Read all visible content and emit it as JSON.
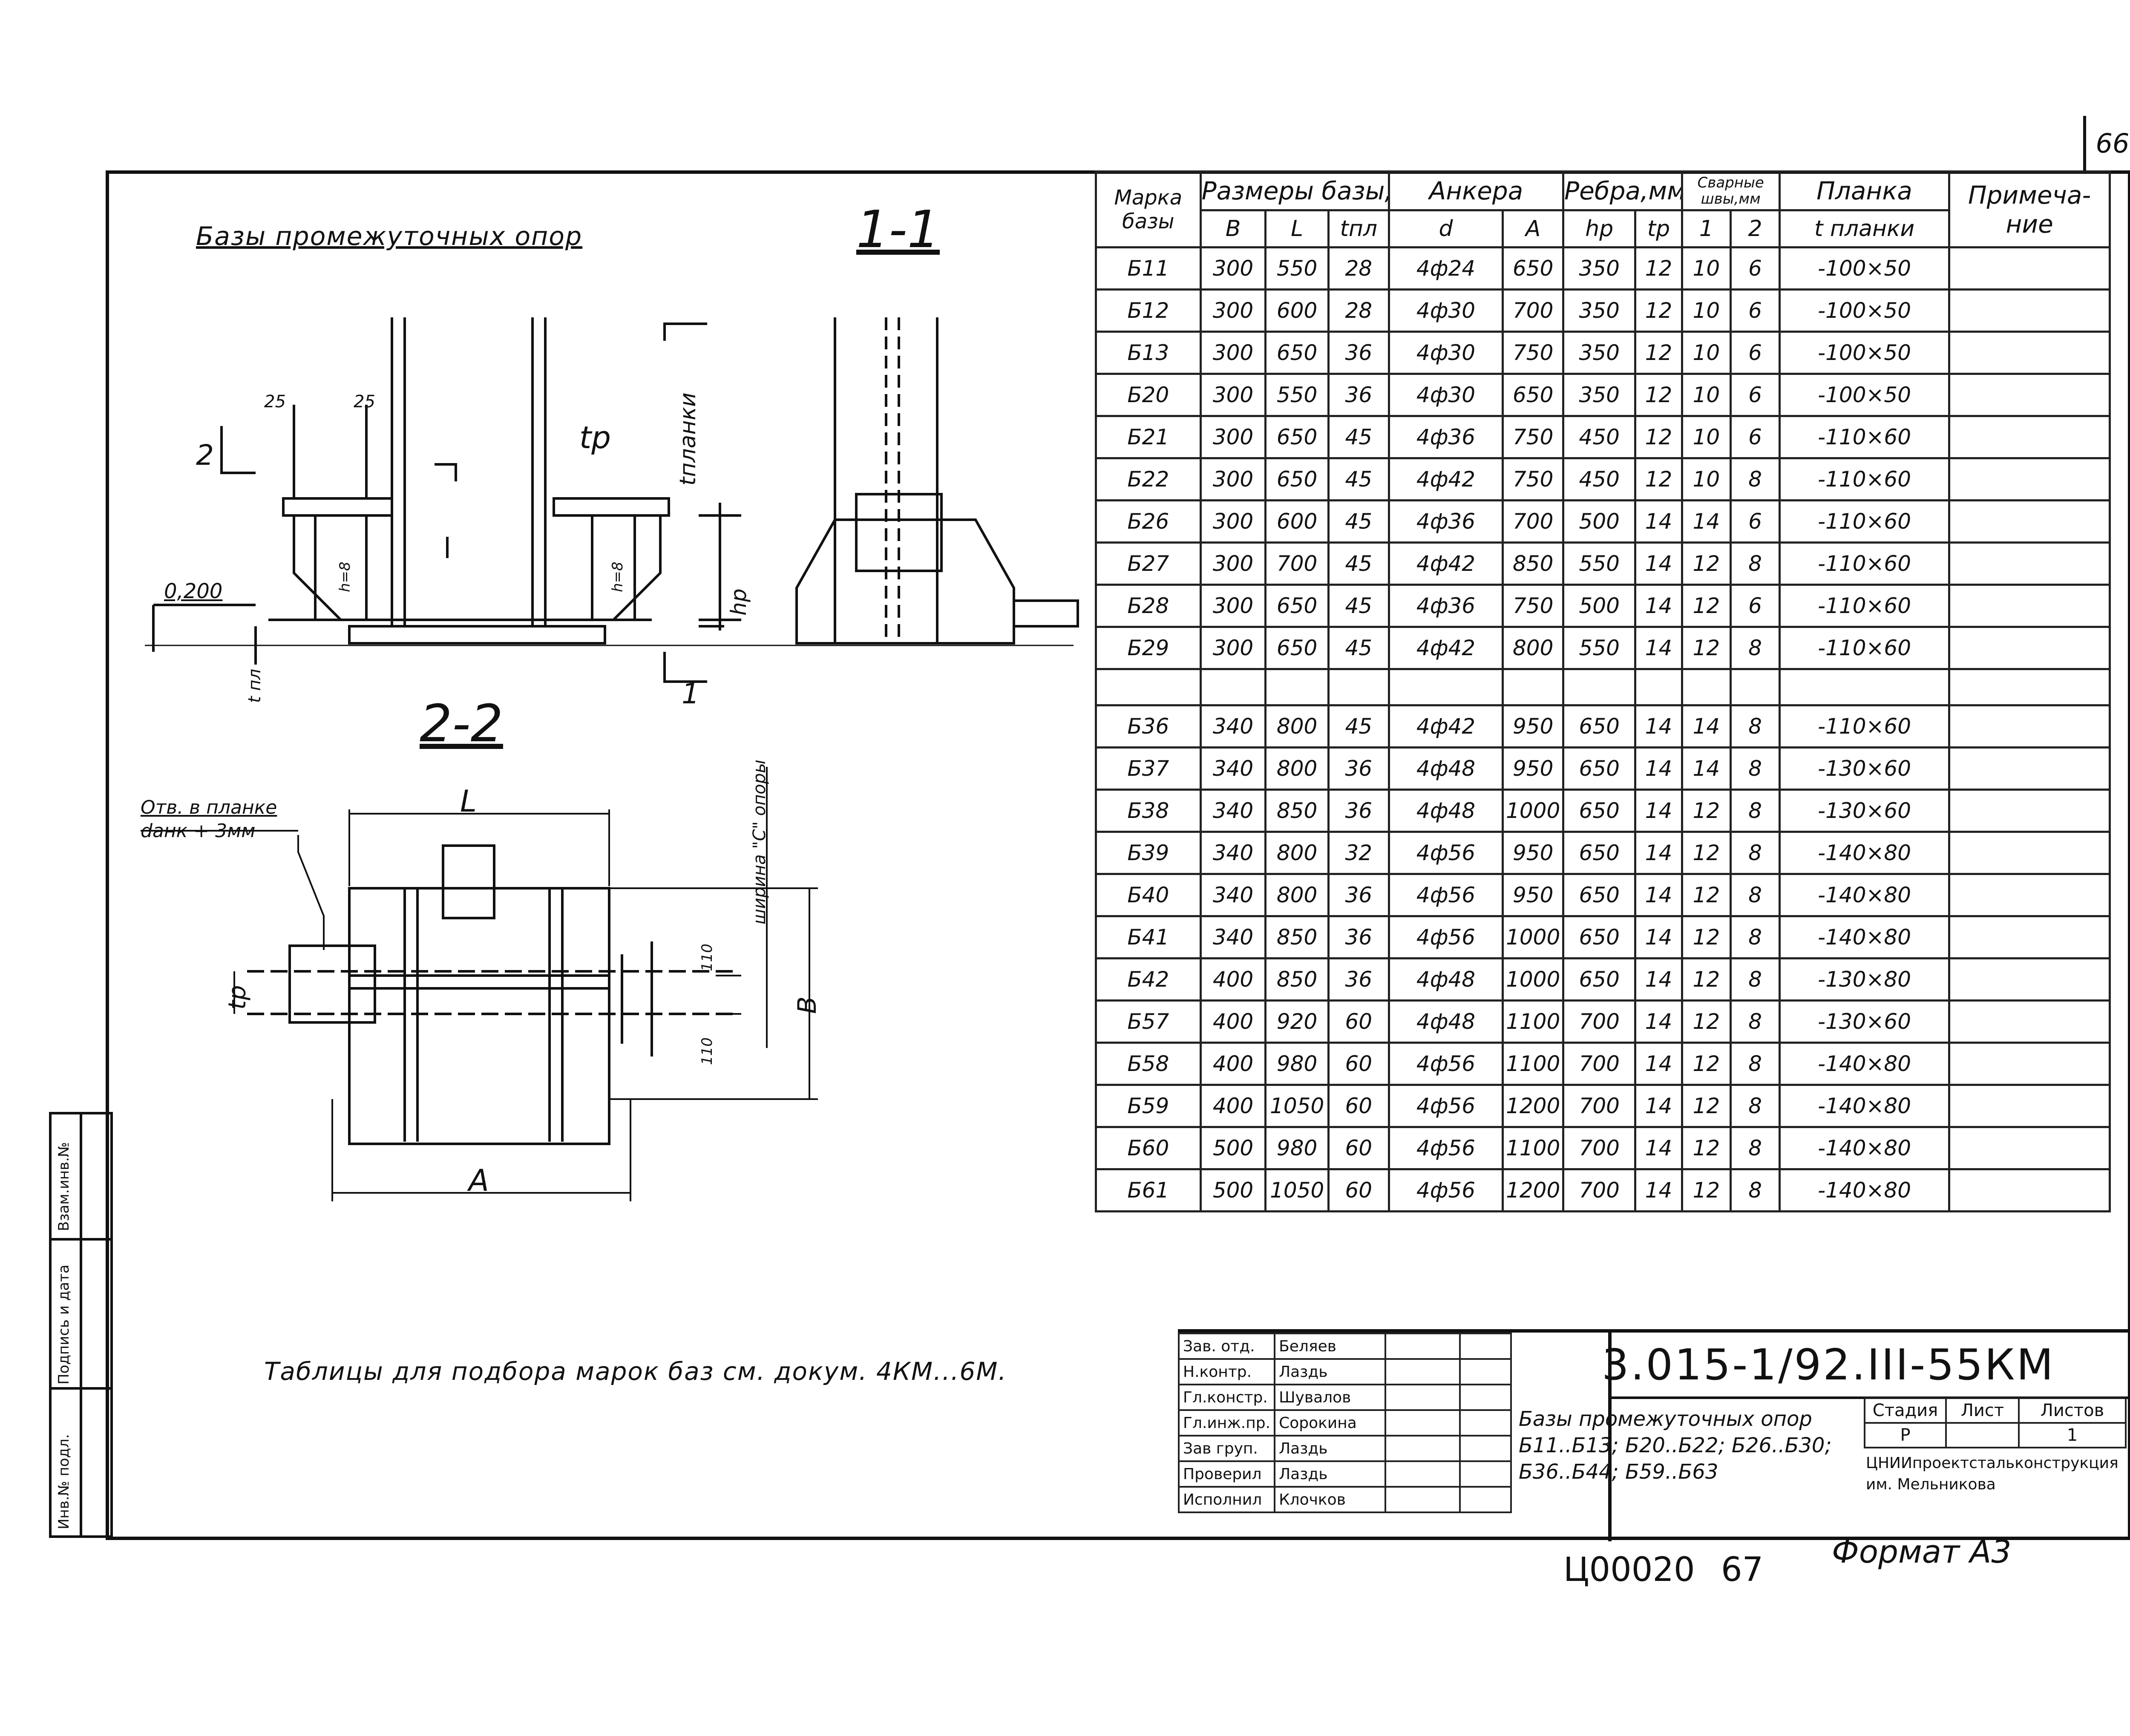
{
  "sheet_number": "66",
  "drawing_title": "Базы промежуточных опор",
  "sections": {
    "s11": "1-1",
    "s22": "2-2"
  },
  "labels": {
    "tp": "tр",
    "tplanki": "tпланки",
    "level": "0,200",
    "tpl": "t пл",
    "hp": "hр",
    "h8a": "h=8",
    "h8b": "h=8",
    "dim25a": "25",
    "dim25b": "25",
    "sec2": "2",
    "sec1": "1",
    "L": "L",
    "A": "A",
    "B": "B",
    "hole_note1": "Отв. в планке",
    "hole_note2": "dанк + 3мм",
    "width_c": "ширина \"С\" опоры",
    "d110a": "110",
    "d110b": "110",
    "tp2": "tр"
  },
  "table": {
    "headers": {
      "mark": "Марка базы",
      "sizes": "Размеры базы,мм",
      "anchors": "Анкера",
      "ribs": "Ребра,мм",
      "welds": "Сварные швы,мм",
      "plank": "Планка",
      "notes": "Примеча-ние"
    },
    "subheaders": [
      "B",
      "L",
      "tпл",
      "d",
      "A",
      "hр",
      "tр",
      "1",
      "2",
      "t планки"
    ],
    "rows": [
      [
        "Б11",
        "300",
        "550",
        "28",
        "4ф24",
        "650",
        "350",
        "12",
        "10",
        "6",
        "-100×50"
      ],
      [
        "Б12",
        "300",
        "600",
        "28",
        "4ф30",
        "700",
        "350",
        "12",
        "10",
        "6",
        "-100×50"
      ],
      [
        "Б13",
        "300",
        "650",
        "36",
        "4ф30",
        "750",
        "350",
        "12",
        "10",
        "6",
        "-100×50"
      ],
      [
        "Б20",
        "300",
        "550",
        "36",
        "4ф30",
        "650",
        "350",
        "12",
        "10",
        "6",
        "-100×50"
      ],
      [
        "Б21",
        "300",
        "650",
        "45",
        "4ф36",
        "750",
        "450",
        "12",
        "10",
        "6",
        "-110×60"
      ],
      [
        "Б22",
        "300",
        "650",
        "45",
        "4ф42",
        "750",
        "450",
        "12",
        "10",
        "8",
        "-110×60"
      ],
      [
        "Б26",
        "300",
        "600",
        "45",
        "4ф36",
        "700",
        "500",
        "14",
        "14",
        "6",
        "-110×60"
      ],
      [
        "Б27",
        "300",
        "700",
        "45",
        "4ф42",
        "850",
        "550",
        "14",
        "12",
        "8",
        "-110×60"
      ],
      [
        "Б28",
        "300",
        "650",
        "45",
        "4ф36",
        "750",
        "500",
        "14",
        "12",
        "6",
        "-110×60"
      ],
      [
        "Б29",
        "300",
        "650",
        "45",
        "4ф42",
        "800",
        "550",
        "14",
        "12",
        "8",
        "-110×60"
      ],
      [
        "",
        "",
        "",
        "",
        "",
        "",
        "",
        "",
        "",
        "",
        ""
      ],
      [
        "Б36",
        "340",
        "800",
        "45",
        "4ф42",
        "950",
        "650",
        "14",
        "14",
        "8",
        "-110×60"
      ],
      [
        "Б37",
        "340",
        "800",
        "36",
        "4ф48",
        "950",
        "650",
        "14",
        "14",
        "8",
        "-130×60"
      ],
      [
        "Б38",
        "340",
        "850",
        "36",
        "4ф48",
        "1000",
        "650",
        "14",
        "12",
        "8",
        "-130×60"
      ],
      [
        "Б39",
        "340",
        "800",
        "32",
        "4ф56",
        "950",
        "650",
        "14",
        "12",
        "8",
        "-140×80"
      ],
      [
        "Б40",
        "340",
        "800",
        "36",
        "4ф56",
        "950",
        "650",
        "14",
        "12",
        "8",
        "-140×80"
      ],
      [
        "Б41",
        "340",
        "850",
        "36",
        "4ф56",
        "1000",
        "650",
        "14",
        "12",
        "8",
        "-140×80"
      ],
      [
        "Б42",
        "400",
        "850",
        "36",
        "4ф48",
        "1000",
        "650",
        "14",
        "12",
        "8",
        "-130×80"
      ],
      [
        "Б57",
        "400",
        "920",
        "60",
        "4ф48",
        "1100",
        "700",
        "14",
        "12",
        "8",
        "-130×60"
      ],
      [
        "Б58",
        "400",
        "980",
        "60",
        "4ф56",
        "1100",
        "700",
        "14",
        "12",
        "8",
        "-140×80"
      ],
      [
        "Б59",
        "400",
        "1050",
        "60",
        "4ф56",
        "1200",
        "700",
        "14",
        "12",
        "8",
        "-140×80"
      ],
      [
        "Б60",
        "500",
        "980",
        "60",
        "4ф56",
        "1100",
        "700",
        "14",
        "12",
        "8",
        "-140×80"
      ],
      [
        "Б61",
        "500",
        "1050",
        "60",
        "4ф56",
        "1200",
        "700",
        "14",
        "12",
        "8",
        "-140×80"
      ]
    ]
  },
  "note": "Таблицы для подбора марок баз см. докум. 4КМ...6М.",
  "stamp": {
    "doc_id": "3.015-1/92.III-55КМ",
    "title": "Базы промежуточных опор Б11..Б13; Б20..Б22; Б26..Б30; Б36..Б44; Б59..Б63",
    "roles": [
      "Зав. отд.",
      "Н.контр.",
      "Гл.констр.",
      "Гл.инж.пр.",
      "Зав груп.",
      "Проверил",
      "Исполнил"
    ],
    "names": [
      "Беляев",
      "Лаздь",
      "Шувалов",
      "Сорокина",
      "Лаздь",
      "Лаздь",
      "Клочков"
    ],
    "stage_hdr": "Стадия",
    "sheet_hdr": "Лист",
    "sheets_hdr": "Листов",
    "stage": "Р",
    "sheet": "",
    "sheets": "1",
    "org": "ЦНИИпроектстальконструкция им. Мельникова"
  },
  "side": {
    "inv": "Инв.№ подл.",
    "sign": "Подпись и дата",
    "vzam": "Взам.инв.№"
  },
  "bottom": {
    "code": "Ц00020",
    "page": "67",
    "format": "Формат А3"
  }
}
